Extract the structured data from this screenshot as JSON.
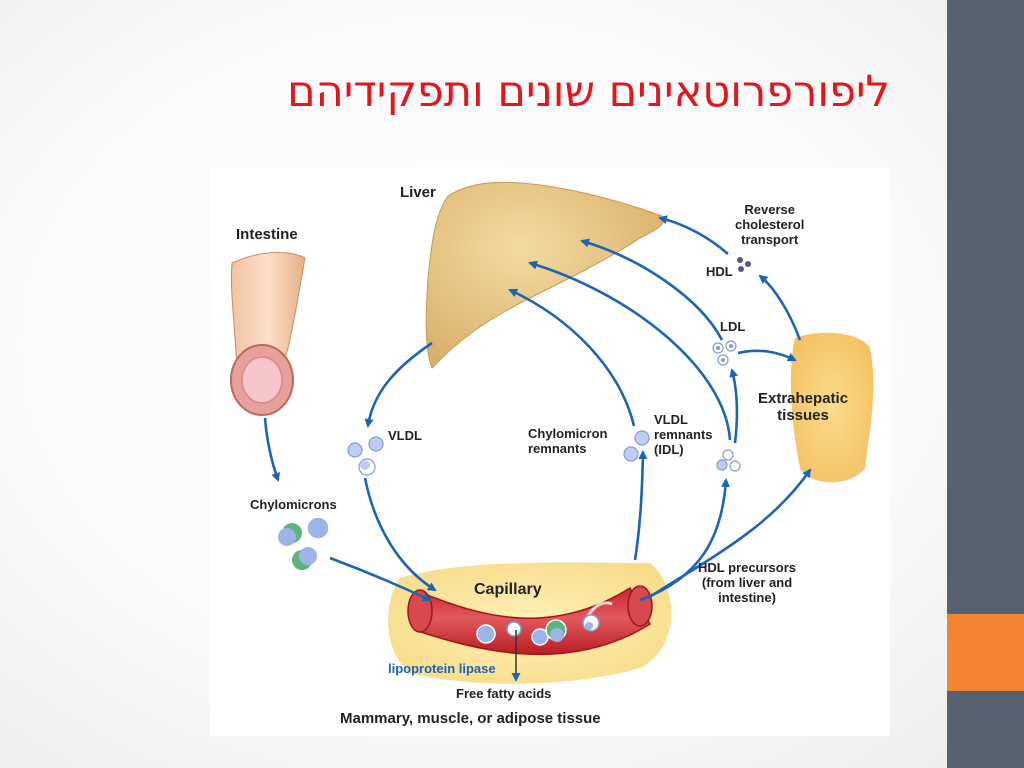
{
  "title": "ליפורפרוטאינים שונים ותפקידיהם",
  "diagram": {
    "liver": "Liver",
    "intestine": "Intestine",
    "vldl": "VLDL",
    "chylomicrons": "Chylomicrons",
    "chylomicron_remnants": "Chylomicron\nremnants",
    "vldl_remnants": "VLDL\nremnants\n(IDL)",
    "ldl": "LDL",
    "hdl": "HDL",
    "reverse_transport": "Reverse\ncholesterol\ntransport",
    "extrahepatic": "Extrahepatic\ntissues",
    "hdl_precursors": "HDL precursors\n(from liver and\nintestine)",
    "capillary": "Capillary",
    "lipoprotein_lipase": "lipoprotein lipase",
    "free_fatty_acids": "Free fatty acids",
    "tissue": "Mammary, muscle, or adipose tissue"
  },
  "colors": {
    "title": "#e4161b",
    "sidebar": "#566270",
    "accent": "#f58432",
    "arrow": "#1c64b4"
  }
}
